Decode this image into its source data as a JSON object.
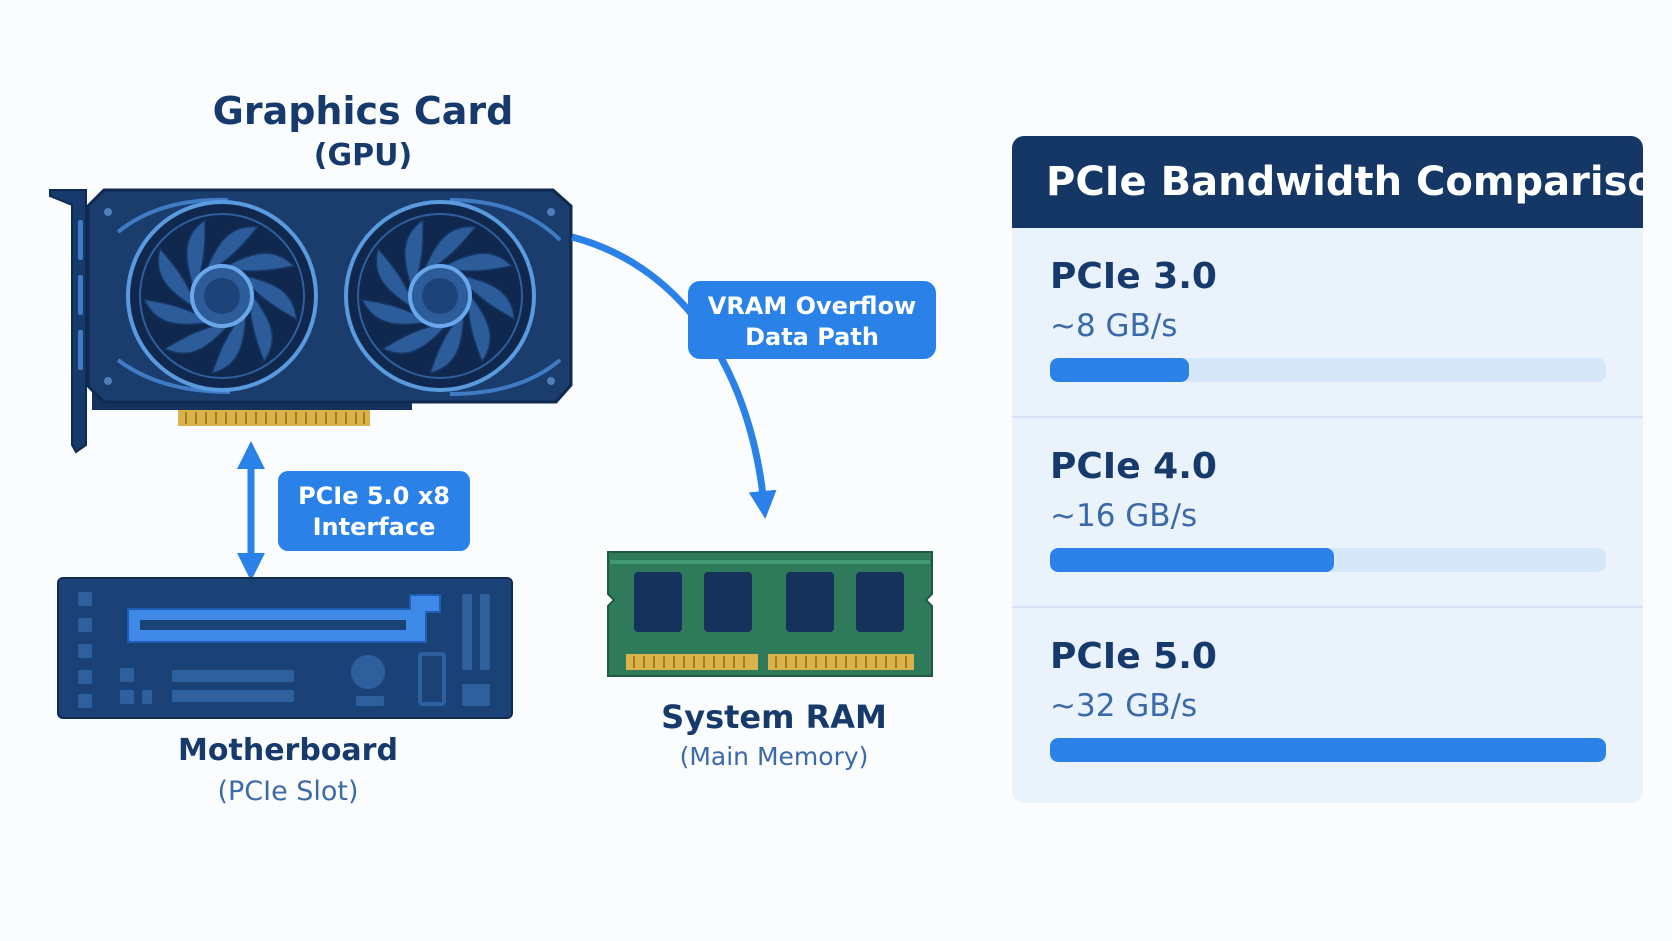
{
  "gpu": {
    "title": "Graphics Card",
    "subtitle": "(GPU)"
  },
  "motherboard": {
    "title": "Motherboard",
    "subtitle": "(PCIe Slot)"
  },
  "ram": {
    "title": "System RAM",
    "subtitle": "(Main Memory)"
  },
  "interface_callout": {
    "line1": "PCIe 5.0 x8",
    "line2": "Interface"
  },
  "overflow_callout": {
    "line1": "VRAM Overflow",
    "line2": "Data Path"
  },
  "panel": {
    "title": "PCIe Bandwidth Comparison",
    "rows": [
      {
        "name": "PCIe 3.0",
        "value": "~8 GB/s",
        "fill_percent": 25
      },
      {
        "name": "PCIe 4.0",
        "value": "~16 GB/s",
        "fill_percent": 51
      },
      {
        "name": "PCIe 5.0",
        "value": "~32 GB/s",
        "fill_percent": 100
      }
    ]
  },
  "colors": {
    "navy": "#163a6b",
    "accent_blue": "#2a82e8",
    "pcb_green": "#2f7a5a",
    "gold_contacts": "#d9b24a",
    "panel_background": "#eaf2fc"
  }
}
